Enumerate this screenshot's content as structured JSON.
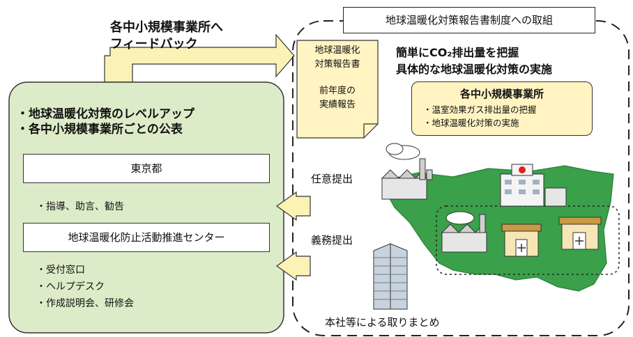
{
  "feedback": {
    "line1": "各中小規模事業所へ",
    "line2": "フィードバック"
  },
  "right_header": "地球温暖化対策報告書制度への取組",
  "left_panel": {
    "bullet1": "・地球温暖化対策のレベルアップ",
    "bullet2": "・各中小規模事業所ごとの公表",
    "tokyo_label": "東京都",
    "tokyo_items": [
      "・指導、助言、勧告"
    ],
    "center_label": "地球温暖化防止活動推進センター",
    "center_items": [
      "・受付窓口",
      "・ヘルプデスク",
      "・作成説明会、研修会"
    ]
  },
  "note": {
    "line1": "地球温暖化",
    "line2": "対策報告書",
    "line3": "前年度の",
    "line4": "実績報告"
  },
  "headline": {
    "line1": "簡単にCO₂排出量を把握",
    "line2": "具体的な地球温暖化対策の実施"
  },
  "business_box": {
    "title": "各中小規模事業所",
    "items": [
      "・温室効果ガス排出量の把握",
      "・地球温暖化対策の実施"
    ]
  },
  "voluntary_label": "任意提出",
  "mandatory_label": "義務提出",
  "bottom_label": "本社等による取りまとめ",
  "colors": {
    "panel_green": "#dcecc8",
    "arrow_yellow": "#fbf2b6",
    "map_green": "#3aa04a",
    "box_yellow": "#fff4c2"
  }
}
